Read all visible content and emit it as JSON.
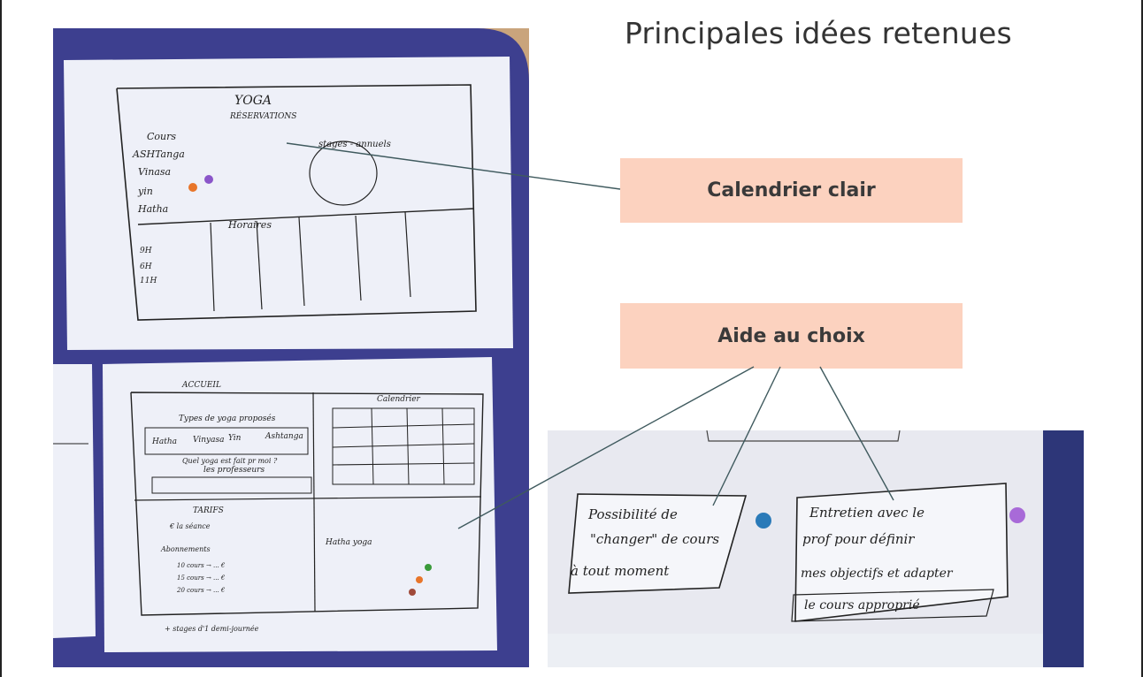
{
  "slide": {
    "title": "Principales idées retenues"
  },
  "callouts": [
    {
      "label": "Calendrier clair"
    },
    {
      "label": "Aide au choix"
    }
  ],
  "sketch_top": {
    "logo": "YOGA",
    "subtitle": "RÉSERVATIONS",
    "courses_heading": "Cours",
    "courses": [
      "ASHTanga",
      "Vinasa",
      "yin",
      "Hatha"
    ],
    "stages_note": "stages - annuels",
    "schedule_heading": "Horaires",
    "times": [
      "9H",
      "6H",
      "11H"
    ]
  },
  "sketch_bottom": {
    "nav_title": "ACCUEIL",
    "calendar_heading": "Calendrier",
    "types_heading": "Types de yoga proposés",
    "types": [
      "Hatha",
      "Vinyasa",
      "Yin",
      "Ashtanga"
    ],
    "question": "Quel yoga est fait pr moi ?",
    "profs": "les professeurs",
    "tarifs_heading": "TARIFS",
    "tarifs_item": "€ la séance",
    "abonnements": "Abonnements",
    "tarif_lines": [
      "10 cours → ... €",
      "15 cours → ... €",
      "20 cours → ... €"
    ],
    "hatha_yoga": "Hatha yoga",
    "stages_footer": "+ stages d'1 demi-journée"
  },
  "sticky_notes": {
    "note1": [
      "Possibilité de",
      "\"changer\" de cours",
      "à tout moment"
    ],
    "note2": [
      "Entretien avec le",
      "prof pour définir",
      "mes objectifs et adapter",
      "le cours approprié"
    ]
  },
  "colors": {
    "accent_box": "#fcd2bf",
    "board_blue": "#3d3f8f",
    "line": "#3f5a5e"
  }
}
